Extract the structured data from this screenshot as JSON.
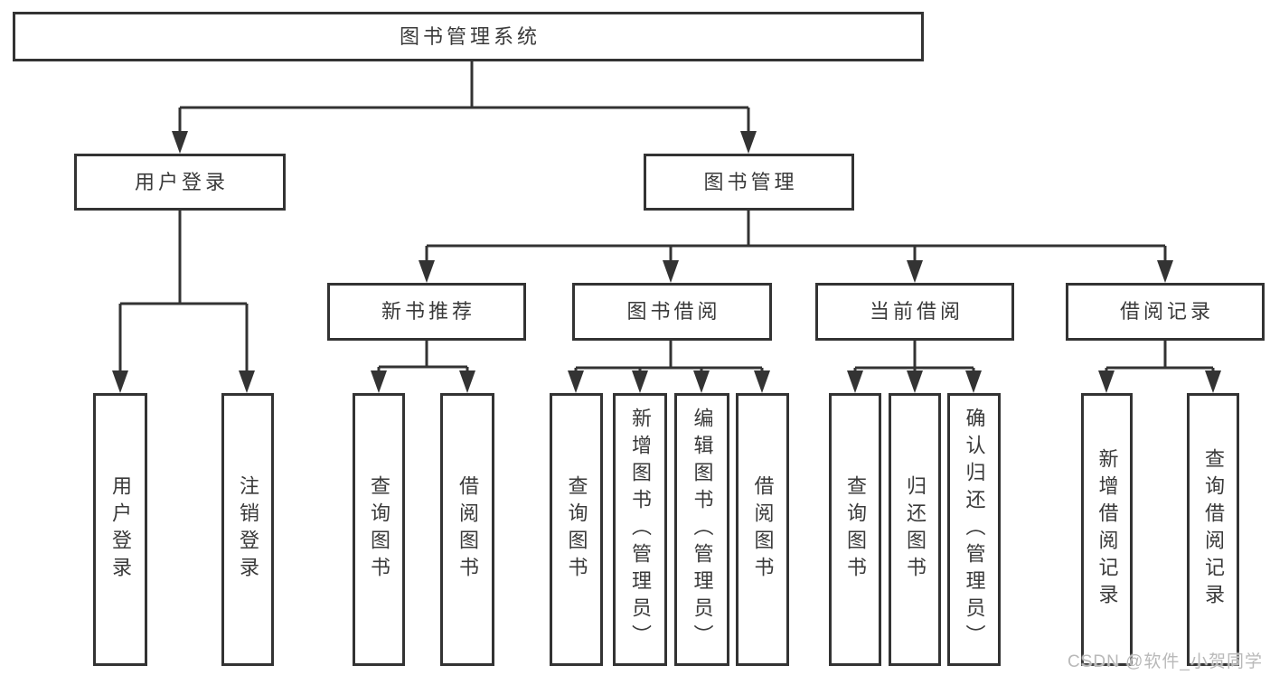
{
  "diagram": {
    "root_label": "图书管理系统",
    "level2": [
      {
        "label": "用户登录",
        "children": [
          {
            "label": "用户登录"
          },
          {
            "label": "注销登录"
          }
        ]
      },
      {
        "label": "图书管理",
        "sections": [
          {
            "label": "新书推荐",
            "children": [
              {
                "label": "查询图书"
              },
              {
                "label": "借阅图书"
              }
            ]
          },
          {
            "label": "图书借阅",
            "children": [
              {
                "label": "查询图书"
              },
              {
                "label": "新增图书（管理员）"
              },
              {
                "label": "编辑图书（管理员）"
              },
              {
                "label": "借阅图书"
              }
            ]
          },
          {
            "label": "当前借阅",
            "children": [
              {
                "label": "查询图书"
              },
              {
                "label": "归还图书"
              },
              {
                "label": "确认归还（管理员）"
              }
            ]
          },
          {
            "label": "借阅记录",
            "children": [
              {
                "label": "新增借阅记录"
              },
              {
                "label": "查询借阅记录"
              }
            ]
          }
        ]
      }
    ],
    "watermark": "CSDN @软件_小贺同学",
    "colors": {
      "line": "#333333",
      "text": "#3a3a3a",
      "background": "#ffffff",
      "watermark": "#b9b9b9"
    }
  }
}
